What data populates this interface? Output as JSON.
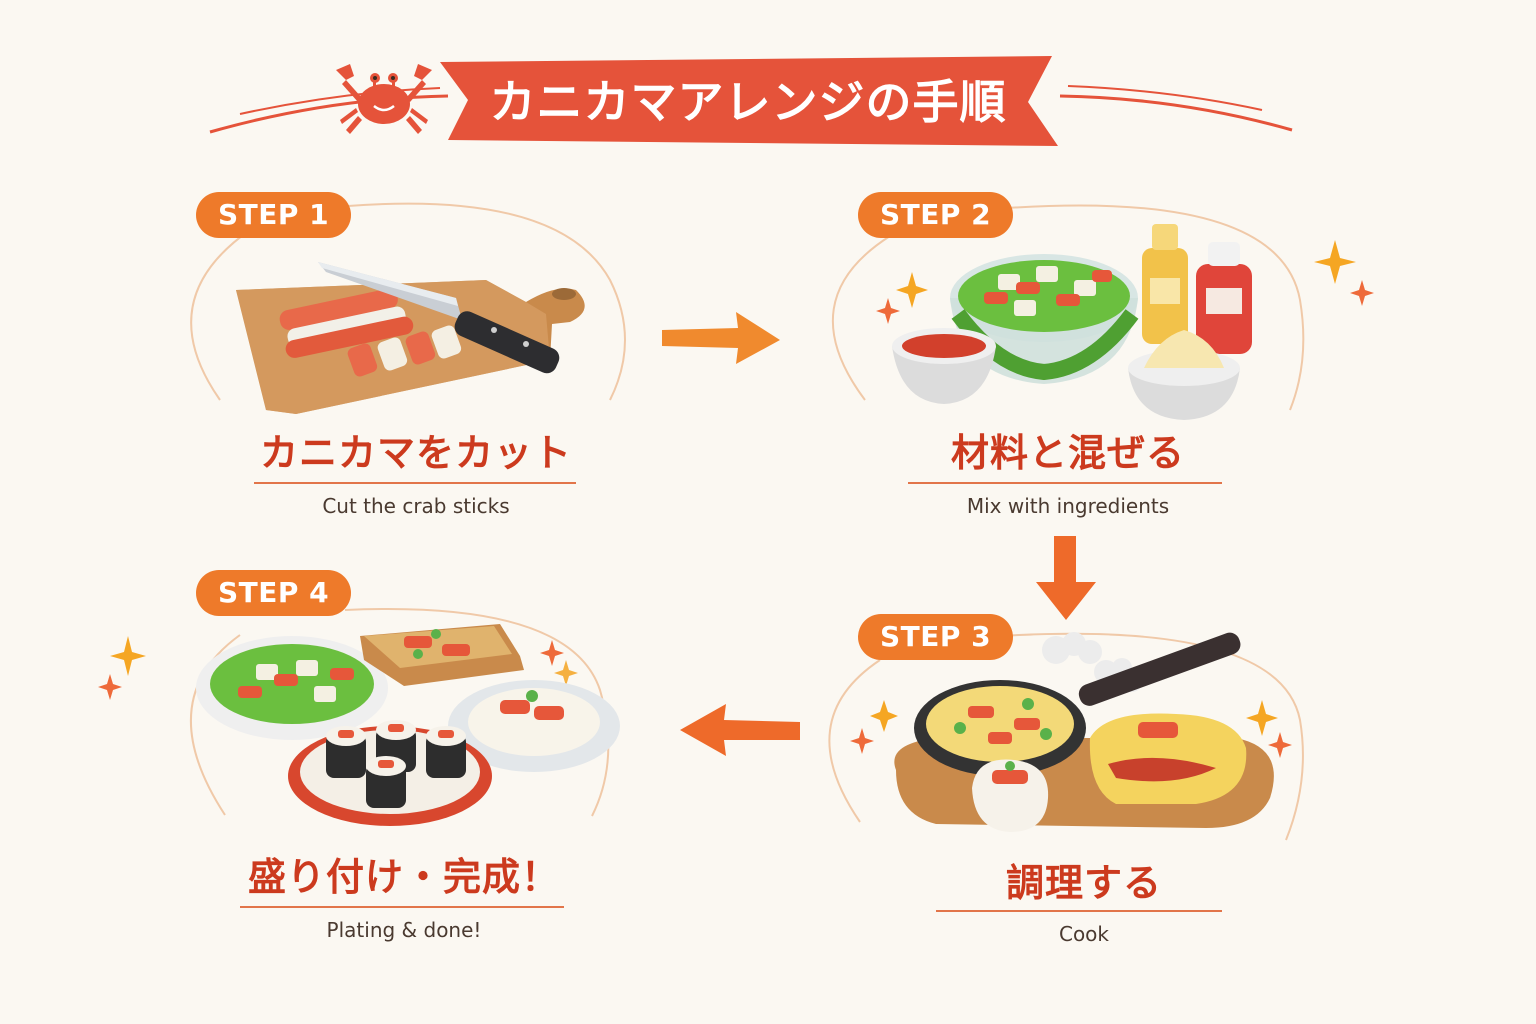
{
  "title": "カニカマアレンジの手順",
  "steps": [
    {
      "badge": "STEP 1",
      "title": "カニカマをカット",
      "subtitle": "Cut the crab sticks",
      "icon": "cutting-board-knife-crab-sticks"
    },
    {
      "badge": "STEP 2",
      "title": "材料と混ぜる",
      "subtitle": "Mix with ingredients",
      "icon": "salad-bowl-sauces-mayo"
    },
    {
      "badge": "STEP 3",
      "title": "調理する",
      "subtitle": "Cook",
      "icon": "frying-pan-omelet-riceball"
    },
    {
      "badge": "STEP 4",
      "title": "盛り付け・完成！",
      "subtitle": "Plating & done!",
      "icon": "plated-salad-toast-sushi-rice"
    }
  ],
  "colors": {
    "banner": "#e5533a",
    "badge": "#ee7a2a",
    "title_text": "#cc3a1e",
    "arrow": "#f08a2e",
    "background": "#fbf8f2"
  }
}
